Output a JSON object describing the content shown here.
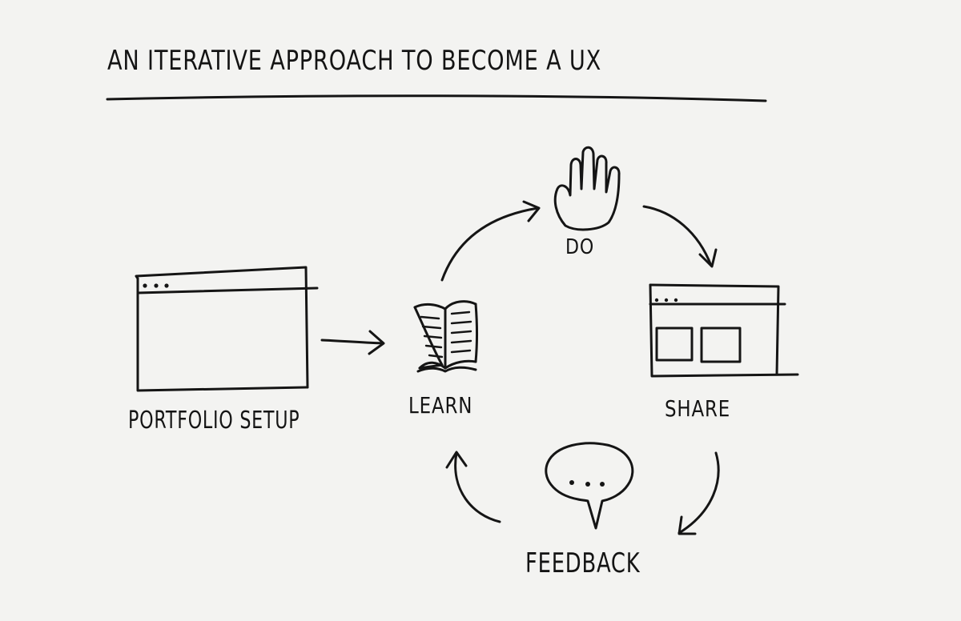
{
  "title": "AN ITERATIVE APPROACH TO BECOME A UX",
  "steps": {
    "portfolio": {
      "label": "PORTFOLIO SETUP",
      "icon": "browser-window-icon"
    },
    "learn": {
      "label": "LEARN",
      "icon": "open-book-icon"
    },
    "do": {
      "label": "DO",
      "icon": "hand-icon"
    },
    "share": {
      "label": "SHARE",
      "icon": "browser-gallery-icon"
    },
    "feedback": {
      "label": "FEEDBACK",
      "icon": "speech-bubble-icon"
    }
  },
  "colors": {
    "background": "#f3f3f1",
    "ink": "#151515"
  }
}
